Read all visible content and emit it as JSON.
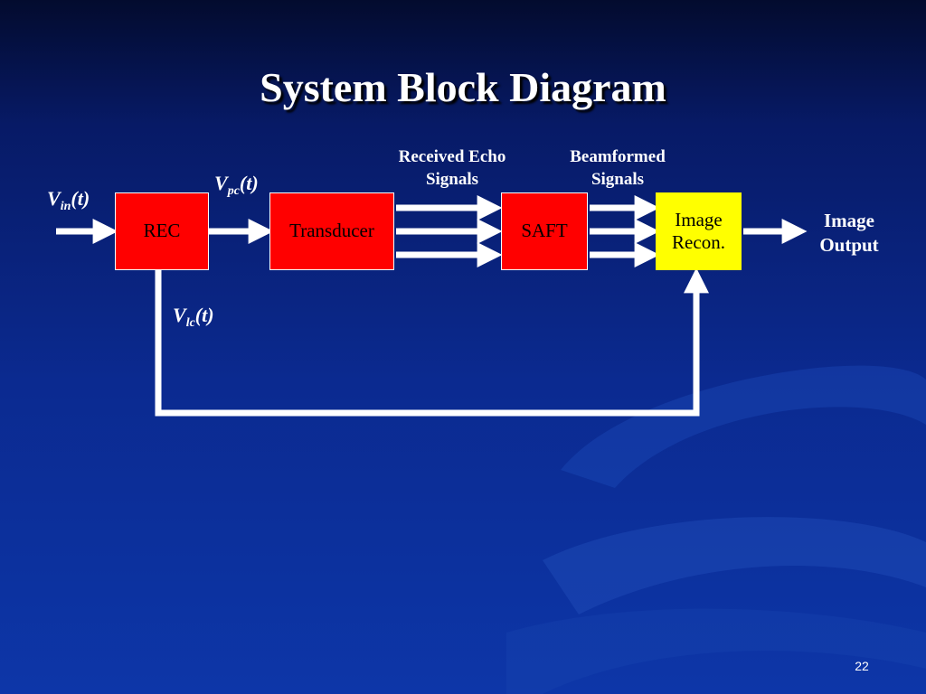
{
  "slide": {
    "title": "System Block Diagram",
    "page_number": "22"
  },
  "blocks": {
    "rec": "REC",
    "transducer": "Transducer",
    "saft": "SAFT",
    "image_recon_line1": "Image",
    "image_recon_line2": "Recon."
  },
  "signals": {
    "vin": {
      "base": "V",
      "sub": "in",
      "tail": "(t)"
    },
    "vpc": {
      "base": "V",
      "sub": "pc",
      "tail": "(t)"
    },
    "vlc": {
      "base": "V",
      "sub": "lc",
      "tail": "(t)"
    }
  },
  "labels": {
    "received_echo_line1": "Received Echo",
    "received_echo_line2": "Signals",
    "beamformed_line1": "Beamformed",
    "beamformed_line2": "Signals",
    "image_output_line1": "Image",
    "image_output_line2": "Output"
  },
  "colors": {
    "background": "#0b2a90",
    "block_red": "#ff0000",
    "block_yellow": "#ffff00",
    "arrow": "#ffffff"
  }
}
